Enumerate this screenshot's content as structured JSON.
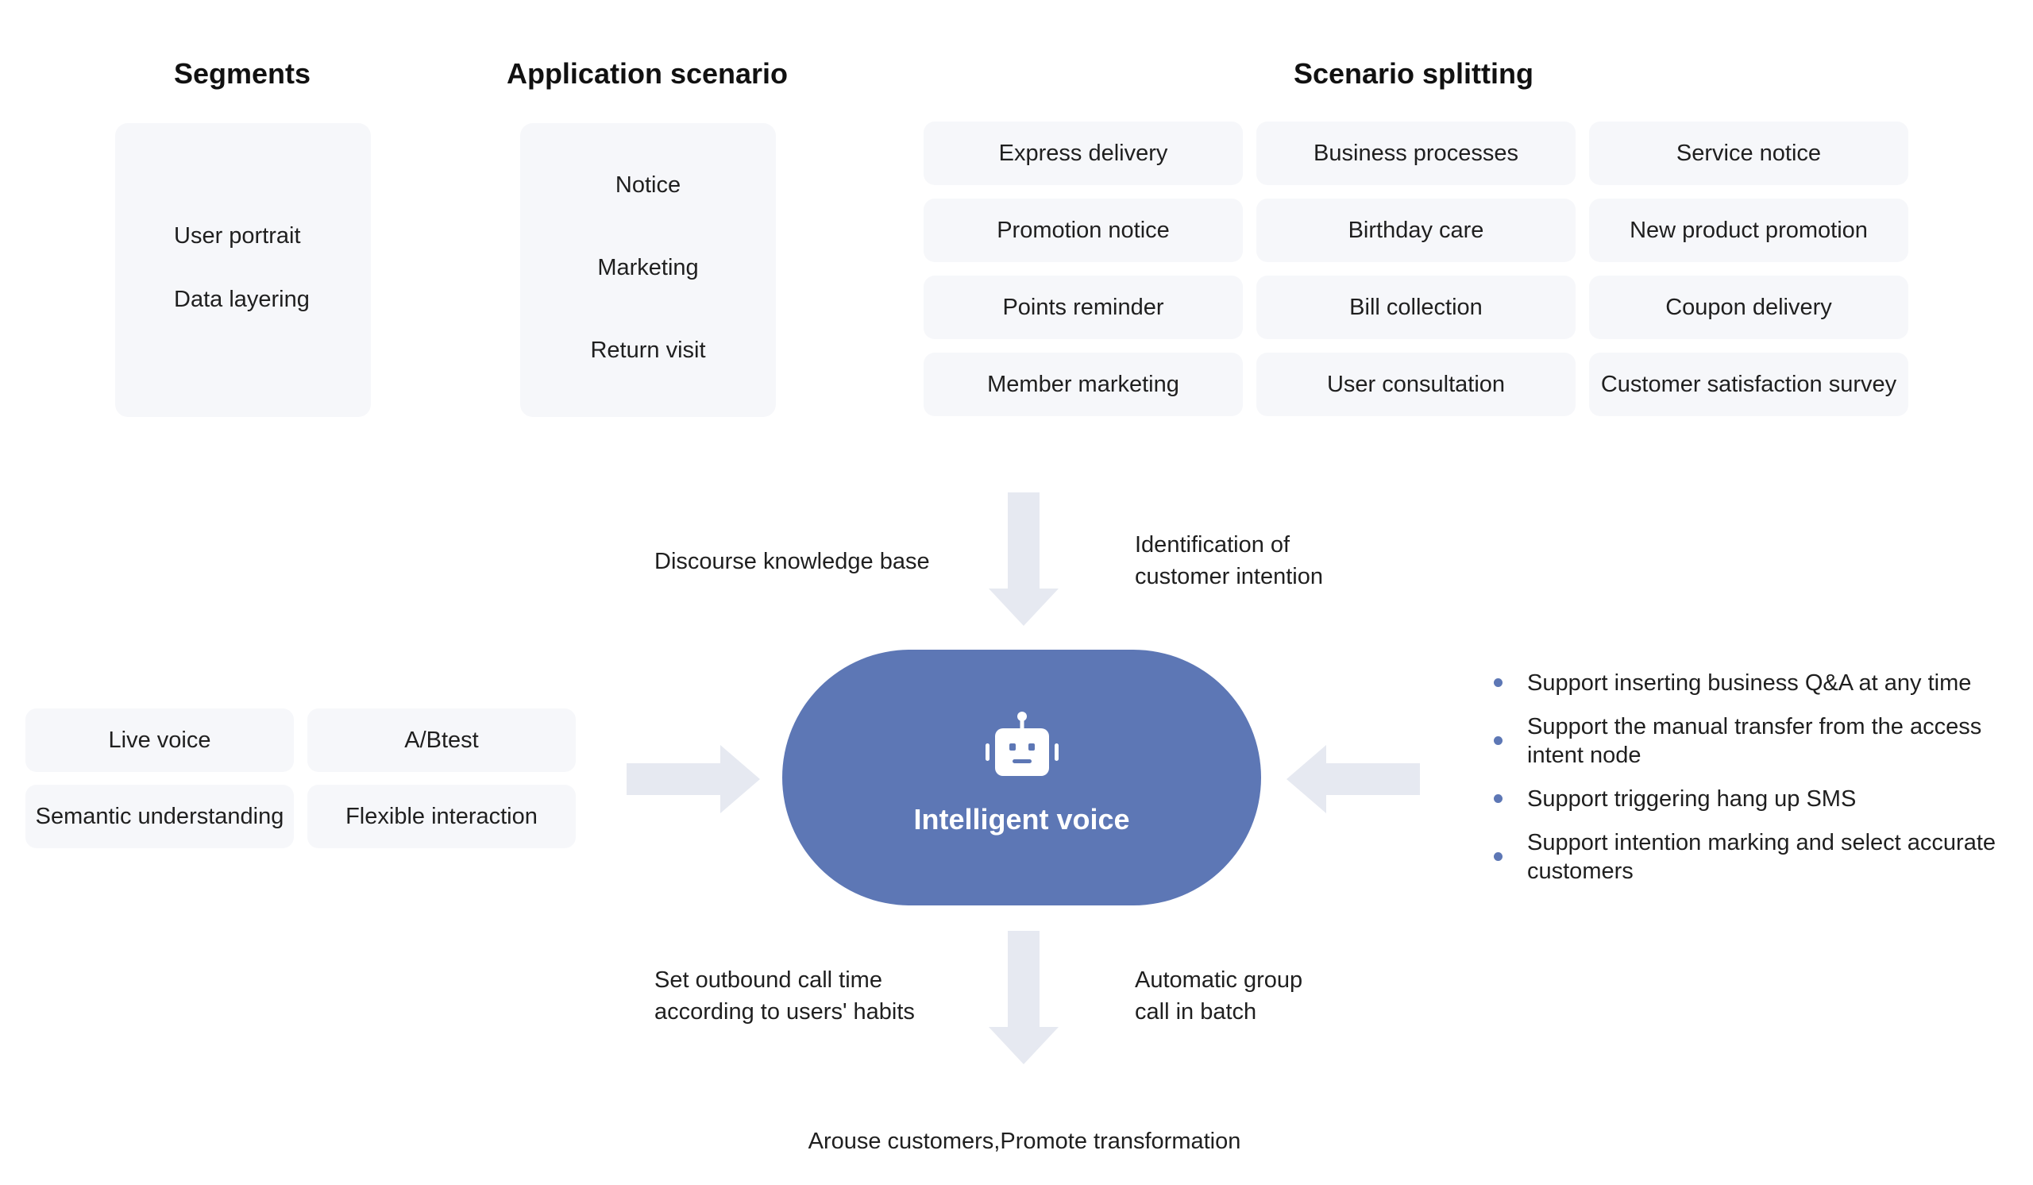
{
  "headings": {
    "segments": "Segments",
    "application": "Application scenario",
    "splitting": "Scenario splitting"
  },
  "segments": {
    "items": [
      "User portrait",
      "Data layering"
    ]
  },
  "application": {
    "items": [
      "Notice",
      "Marketing",
      "Return visit"
    ]
  },
  "splitting": {
    "cells": [
      "Express delivery",
      "Business processes",
      "Service notice",
      "Promotion notice",
      "Birthday care",
      "New product promotion",
      "Points reminder",
      "Bill collection",
      "Coupon delivery",
      "Member marketing",
      "User consultation",
      "Customer satisfaction survey"
    ]
  },
  "inputs_top": {
    "left": "Discourse knowledge base",
    "right_line1": "Identification of",
    "right_line2": "customer intention"
  },
  "features": [
    "Live voice",
    "A/Btest",
    "Semantic understanding",
    "Flexible interaction"
  ],
  "center": {
    "title": "Intelligent voice",
    "icon": "robot-icon"
  },
  "support": {
    "items": [
      "Support inserting business Q&A at any time",
      "Support the manual transfer from the access intent node",
      "Support triggering hang up SMS",
      "Support intention marking and select accurate customers"
    ]
  },
  "outputs_bottom": {
    "left_line1": "Set outbound call time",
    "left_line2": "according to users' habits",
    "right_line1": "Automatic group",
    "right_line2": "call in batch"
  },
  "result": "Arouse customers,Promote transformation",
  "colors": {
    "accent": "#5d77b5",
    "panel": "#f6f7fa",
    "arrow": "#e6e9f1"
  }
}
